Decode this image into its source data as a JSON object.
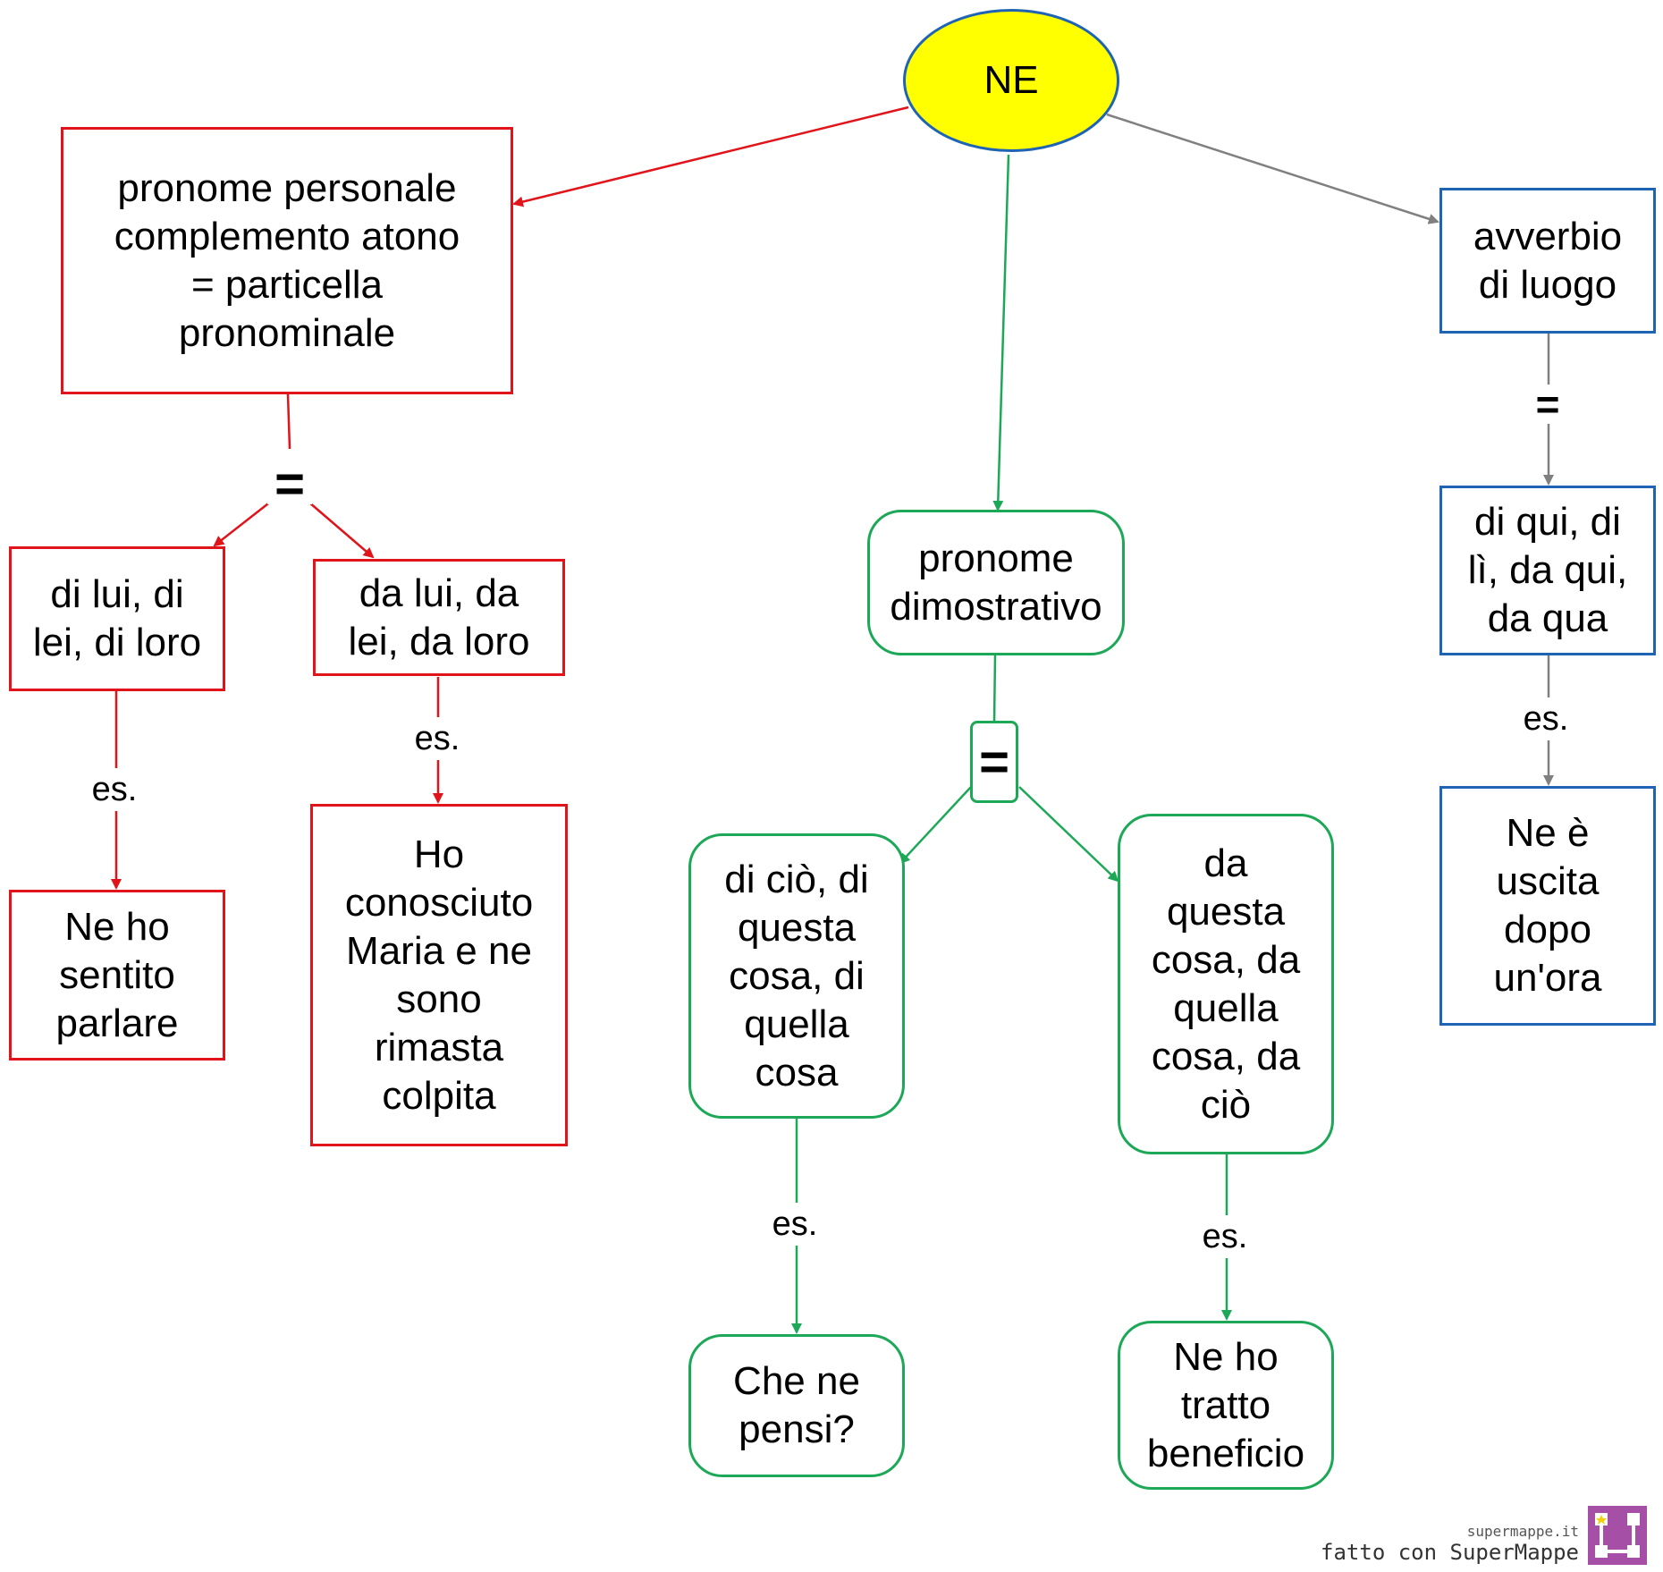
{
  "root": {
    "label": "NE"
  },
  "branches": {
    "personal": {
      "label": "pronome personale\ncomplemento atono\n= particella\npronominale",
      "equals": "=",
      "left": {
        "label": "di lui, di\nlei, di loro",
        "link": "es.",
        "example": "Ne ho\nsentito\nparlare"
      },
      "right": {
        "label": "da lui, da\nlei, da loro",
        "link": "es.",
        "example": "Ho\nconosciuto\nMaria e ne\nsono\nrimasta\ncolpita"
      }
    },
    "demonstrative": {
      "label": "pronome\ndimostrativo",
      "equals": "=",
      "left": {
        "label": "di ciò, di\nquesta\ncosa, di\nquella\ncosa",
        "link": "es.",
        "example": "Che ne\npensi?"
      },
      "right": {
        "label": "da\nquesta\ncosa, da\nquella\ncosa, da\nciò",
        "link": "es.",
        "example": "Ne ho\ntratto\nbeneficio"
      }
    },
    "adverb": {
      "label": "avverbio\ndi luogo",
      "equals": "=",
      "meaning": "di qui, di\nlì, da qui,\nda qua",
      "link": "es.",
      "example": "Ne è\nuscita\ndopo\nun'ora"
    }
  },
  "colors": {
    "red": "#e0141a",
    "green": "#1da858",
    "blue": "#1f64b4",
    "gray": "#808080",
    "yellow": "#ffff00"
  },
  "footer": {
    "site": "supermappe.it",
    "credit": "fatto con SuperMappe"
  }
}
